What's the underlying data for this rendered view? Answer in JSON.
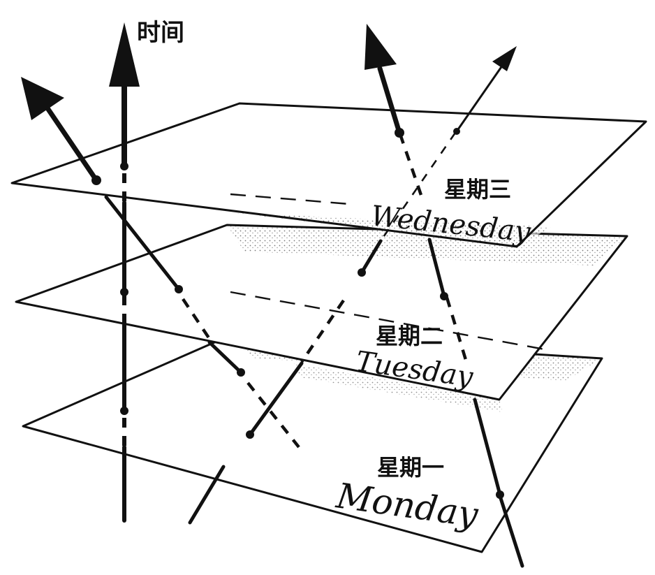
{
  "time_axis": {
    "label": "时间"
  },
  "sheets": [
    {
      "cn": "星期三",
      "en": "Wednesday"
    },
    {
      "cn": "星期二",
      "en": "Tuesday"
    },
    {
      "cn": "星期一",
      "en": "Monday"
    }
  ],
  "colors": {
    "ink": "#111111",
    "paper": "#ffffff"
  }
}
